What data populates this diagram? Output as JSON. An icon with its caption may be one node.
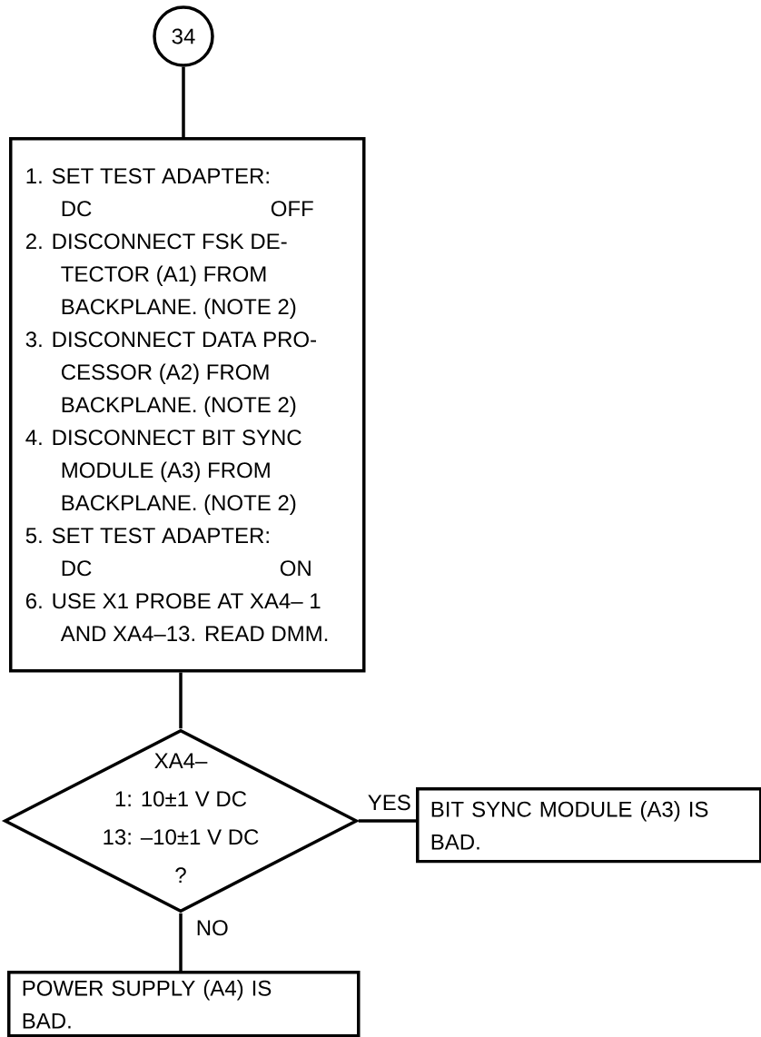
{
  "diagram": {
    "nodes": [
      {
        "text": [
          "34"
        ]
      },
      {
        "text": [
          "1. SET TEST ADAPTER:",
          "DC",
          "OFF",
          "2. DISCONNECT FSK DE- TECTOR (A1) FROM BACKPLANE. (NOTE 2)",
          "3. DISCONNECT DATA PRO- CESSOR (A2) FROM BACKPLANE. (NOTE 2)",
          "4. DISCONNECT BIT SYNC MODULE (A3) FROM BACKPLANE. (NOTE 2)",
          "5. SET TEST ADAPTER:",
          "DC",
          "ON",
          "6. USE X1 PROBE AT XA4– 1 AND XA4–13. READ DMM."
        ]
      },
      {
        "text": [
          "XA4–",
          "1: 10±1 V DC",
          "13: –10±1 V DC",
          "?"
        ]
      },
      {
        "text": [
          "BIT SYNC MODULE (A3) IS BAD."
        ]
      },
      {
        "text": [
          "POWER SUPPLY (A4) IS BAD."
        ]
      }
    ],
    "edges": [
      {
        "from": 0,
        "to": 1,
        "arrow": "none"
      },
      {
        "from": 1,
        "to": 2,
        "arrow": "none"
      },
      {
        "from": 2,
        "to": 3,
        "arrow": "none",
        "label": "YES"
      },
      {
        "from": 2,
        "to": 4,
        "arrow": "none",
        "label": "NO"
      }
    ]
  }
}
